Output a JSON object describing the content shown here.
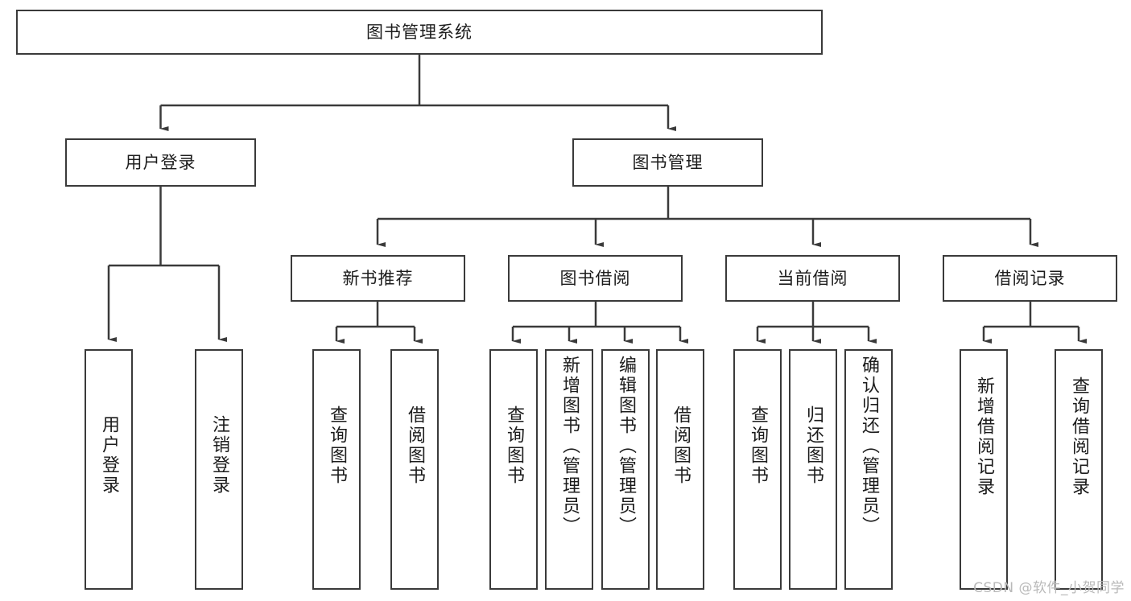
{
  "diagram": {
    "title": "图书管理系统",
    "root": {
      "label": "图书管理系统"
    },
    "level1": [
      {
        "label": "用户登录"
      },
      {
        "label": "图书管理"
      }
    ],
    "level2": [
      {
        "label": "新书推荐"
      },
      {
        "label": "图书借阅"
      },
      {
        "label": "当前借阅"
      },
      {
        "label": "借阅记录"
      }
    ],
    "leaves": {
      "user_login": [
        {
          "label": "用户登录"
        },
        {
          "label": "注销登录"
        }
      ],
      "new_book_recommend": [
        {
          "label": "查询图书"
        },
        {
          "label": "借阅图书"
        }
      ],
      "book_borrow": [
        {
          "label": "查询图书"
        },
        {
          "label": "新增图书（管理员）"
        },
        {
          "label": "编辑图书（管理员）"
        },
        {
          "label": "借阅图书"
        }
      ],
      "current_borrow": [
        {
          "label": "查询图书"
        },
        {
          "label": "归还图书"
        },
        {
          "label": "确认归还（管理员）"
        }
      ],
      "borrow_record": [
        {
          "label": "新增借阅记录"
        },
        {
          "label": "查询借阅记录"
        }
      ]
    }
  },
  "watermark": {
    "text": "CSDN @软件_小贺同学"
  },
  "colors": {
    "stroke": "#3a3a3a",
    "background": "#ffffff",
    "text": "#1c1c1c",
    "watermark": "#b9b9b9"
  }
}
